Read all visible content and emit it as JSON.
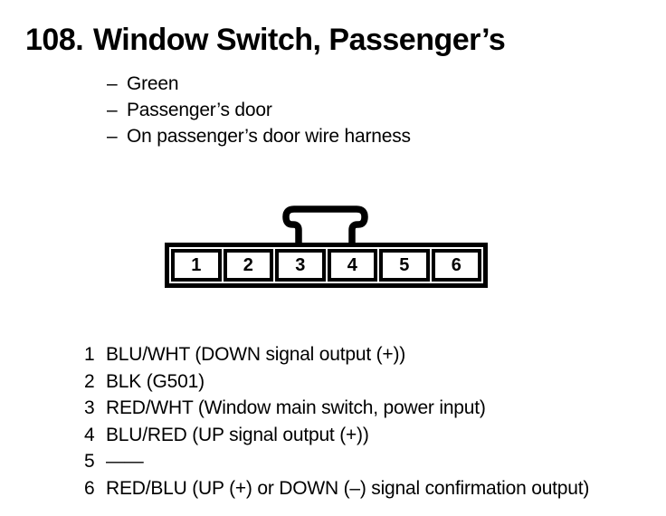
{
  "header": {
    "index": "108.",
    "title": "Window Switch, Passenger’s"
  },
  "details": {
    "dash": "–",
    "items": [
      "Green",
      "Passenger’s door",
      "On passenger’s door wire harness"
    ]
  },
  "connector": {
    "cavities": [
      "1",
      "2",
      "3",
      "4",
      "5",
      "6"
    ]
  },
  "pins": [
    {
      "num": "1",
      "desc": "BLU/WHT (DOWN signal output (+))"
    },
    {
      "num": "2",
      "desc": "BLK (G501)"
    },
    {
      "num": "3",
      "desc": "RED/WHT (Window main switch, power input)"
    },
    {
      "num": "4",
      "desc": "BLU/RED (UP signal output (+))"
    },
    {
      "num": "5",
      "desc": "——"
    },
    {
      "num": "6",
      "desc": "RED/BLU (UP (+) or DOWN (–) signal confirmation output)"
    }
  ],
  "colors": {
    "ink": "#000000",
    "paper": "#ffffff"
  }
}
